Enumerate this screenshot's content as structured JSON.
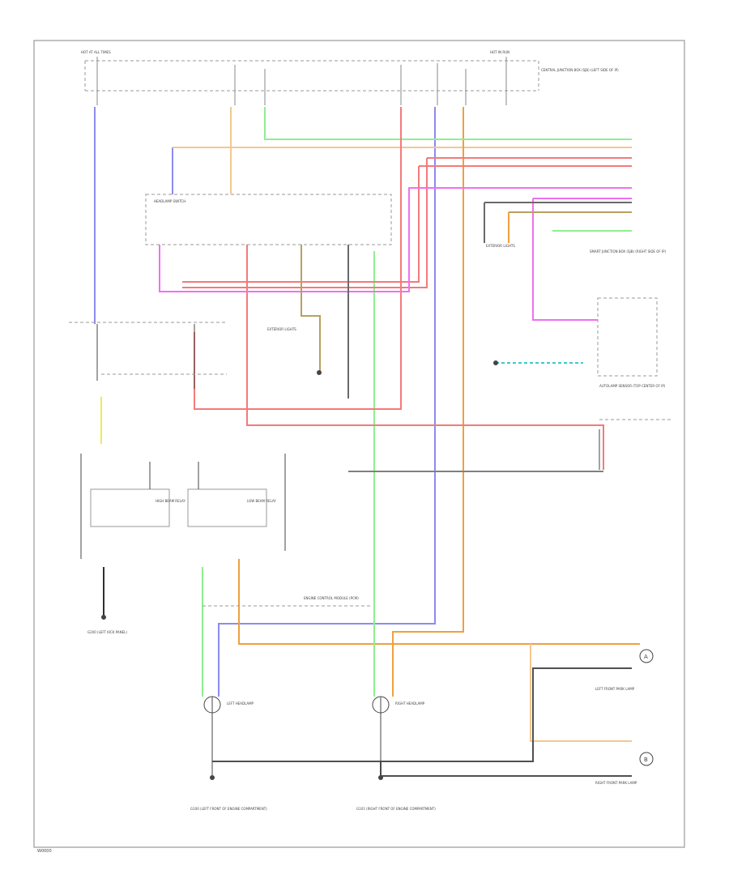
{
  "diagram": {
    "corner_label": "W0000",
    "colors": {
      "frame": "#9a9a9a",
      "blue": "#8c8cf0",
      "orange": "#f0a040",
      "lightorange": "#f5c690",
      "green": "#90ee90",
      "red": "#f47a7a",
      "pink": "#f070f0",
      "yellow": "#ecec50",
      "darkgray": "#505050",
      "cyan": "#40c8c8",
      "olive": "#b8a060",
      "black": "#303030"
    },
    "connector_ids": [
      "A",
      "B"
    ],
    "labels": {
      "top_left_fuse": "HOT AT ALL TIMES",
      "top_right_fuse": "HOT IN RUN",
      "fuse_box": "CENTRAL JUNCTION BOX (SJB) (LEFT SIDE OF IP)",
      "headlamp_switch": "HEADLAMP SWITCH",
      "right_module": "SMART JUNCTION BOX (SJB) (RIGHT SIDE OF IP)",
      "autolamp": "AUTOLAMP SENSOR (TOP CENTER OF IP)",
      "high_beam_relay": "HIGH BEAM RELAY",
      "low_beam_relay": "LOW BEAM RELAY",
      "lh_headlamp": "LEFT HEADLAMP",
      "rh_headlamp": "RIGHT HEADLAMP",
      "lh_ground": "G100 (LEFT FRONT OF ENGINE COMPARTMENT)",
      "rh_ground": "G101 (RIGHT FRONT OF ENGINE COMPARTMENT)",
      "exterior_lamps_1": "EXTERIOR LIGHTS",
      "exterior_lamps_2": "EXTERIOR LIGHTS",
      "left_front_park": "LEFT FRONT PARK LAMP",
      "right_front_park": "RIGHT FRONT PARK LAMP",
      "engine_cm": "ENGINE CONTROL MODULE (PCM)",
      "left_ground": "G200 (LEFT KICK PANEL)"
    }
  }
}
